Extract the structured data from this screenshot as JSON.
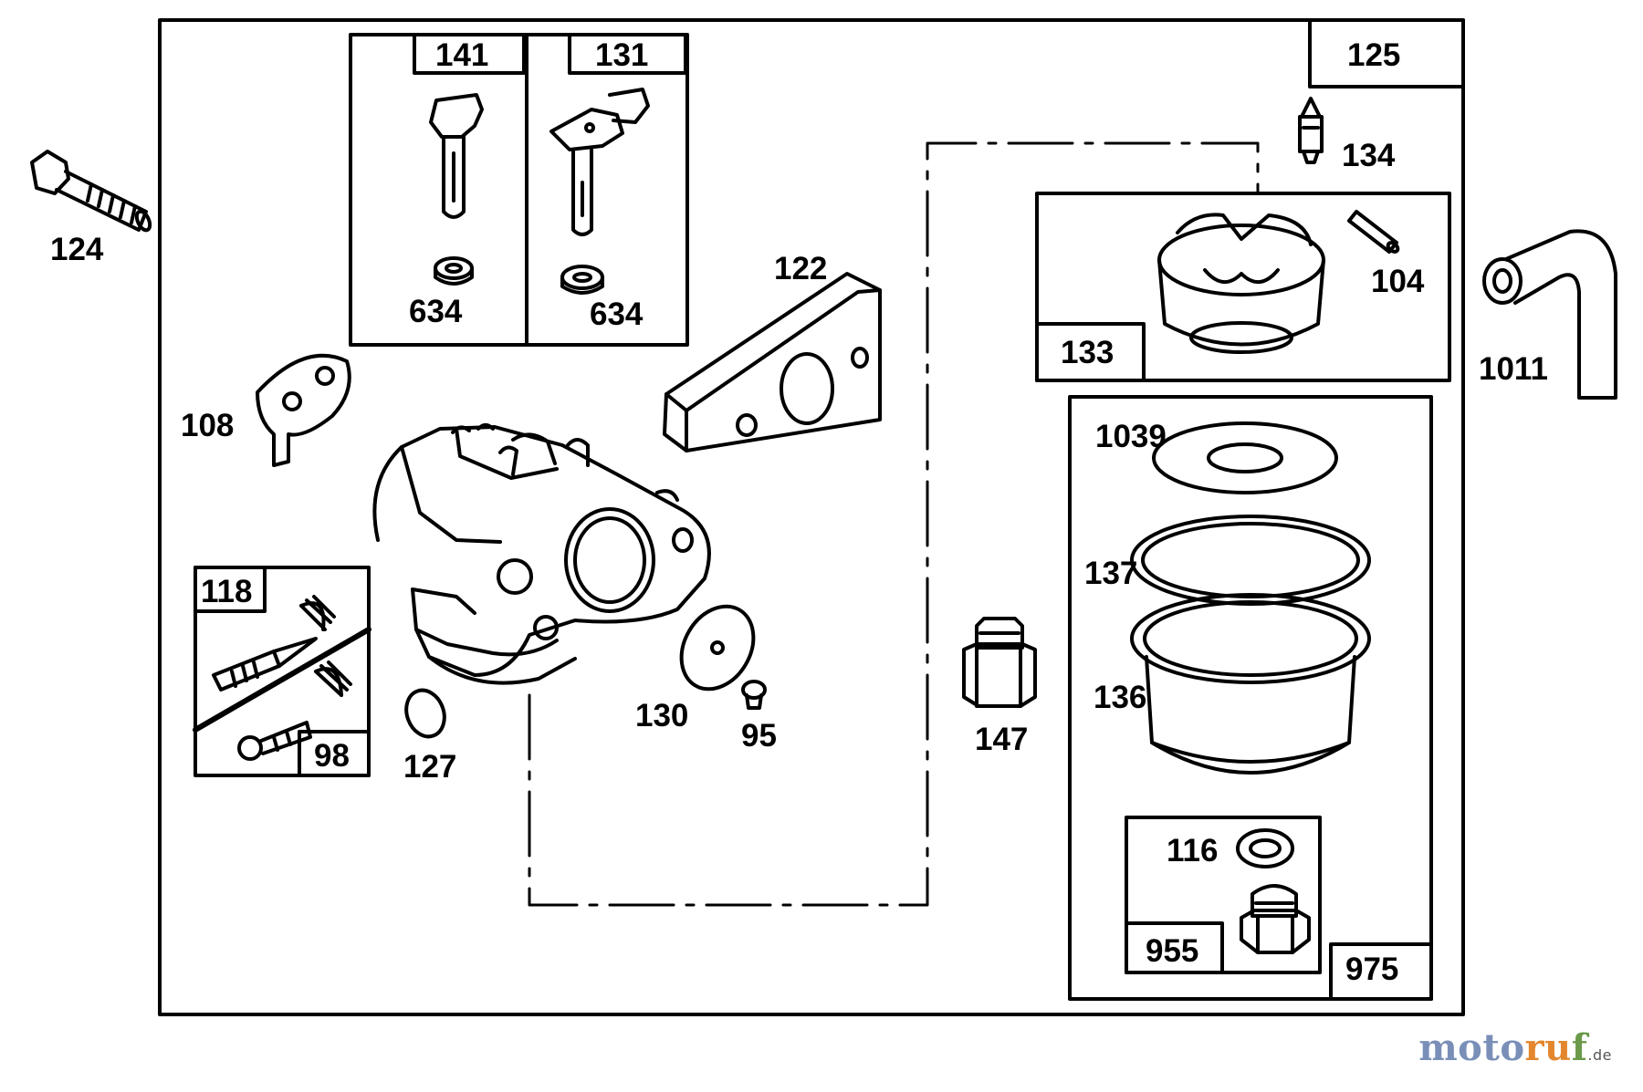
{
  "parts": {
    "p124": "124",
    "p141": "141",
    "p131": "131",
    "p634a": "634",
    "p634b": "634",
    "p125": "125",
    "p134": "134",
    "p104": "104",
    "p133": "133",
    "p1011": "1011",
    "p122": "122",
    "p108": "108",
    "p118": "118",
    "p98": "98",
    "p127": "127",
    "p130": "130",
    "p95": "95",
    "p147": "147",
    "p1039": "1039",
    "p137": "137",
    "p136": "136",
    "p116": "116",
    "p955": "955",
    "p975": "975"
  },
  "watermark": {
    "part1": "moto",
    "part2": "ru",
    "part3": "f",
    "suffix": ".de"
  }
}
